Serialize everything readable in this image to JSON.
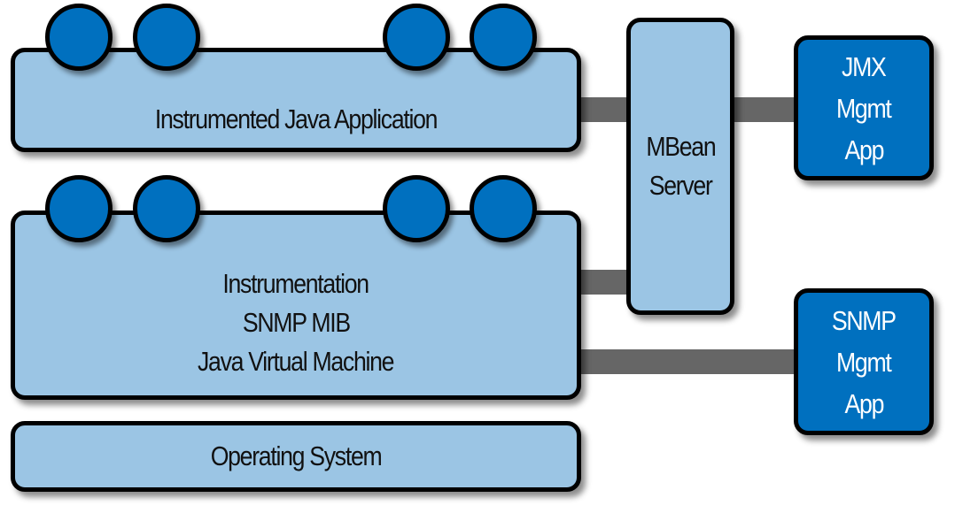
{
  "diagram": {
    "title": "JMX and SNMP management architecture",
    "boxes": {
      "instrumented_app": {
        "label": "Instrumented Java Application"
      },
      "jvm": {
        "lines": [
          "Instrumentation",
          "SNMP MIB",
          "Java Virtual Machine"
        ]
      },
      "operating_system": {
        "label": "Operating System"
      },
      "mbean_server": {
        "lines": [
          "MBean",
          "Server"
        ]
      },
      "jmx_app": {
        "lines": [
          "JMX",
          "Mgmt",
          "App"
        ]
      },
      "snmp_app": {
        "lines": [
          "SNMP",
          "Mgmt",
          "App"
        ]
      }
    },
    "connections": [
      {
        "from": "JMX Mgmt App",
        "to": "MBean Server"
      },
      {
        "from": "MBean Server",
        "to": "Instrumented Java Application"
      },
      {
        "from": "MBean Server",
        "to": "Java Virtual Machine"
      },
      {
        "from": "SNMP Mgmt App",
        "to": "Java Virtual Machine"
      }
    ],
    "colors": {
      "light_box": "#9bc5e4",
      "dark_box": "#0070bf",
      "arrow": "#666666",
      "outline": "#000000"
    }
  }
}
